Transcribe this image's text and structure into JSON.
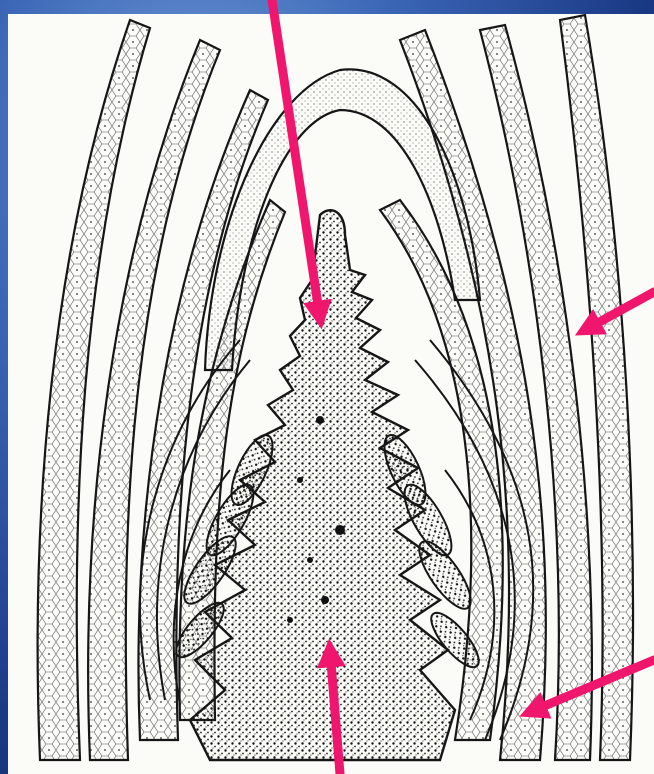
{
  "figure": {
    "subject": "",
    "background_color": "#2f56a8",
    "panel_color": "#fbfbf7",
    "ink_color": "#161616",
    "arrow_color": "#f0166e",
    "arrows": [
      {
        "name": "arrow-apex-tip"
      },
      {
        "name": "arrow-base-center"
      },
      {
        "name": "arrow-right-outer-leaf"
      },
      {
        "name": "arrow-right-lower-leaf"
      }
    ]
  }
}
